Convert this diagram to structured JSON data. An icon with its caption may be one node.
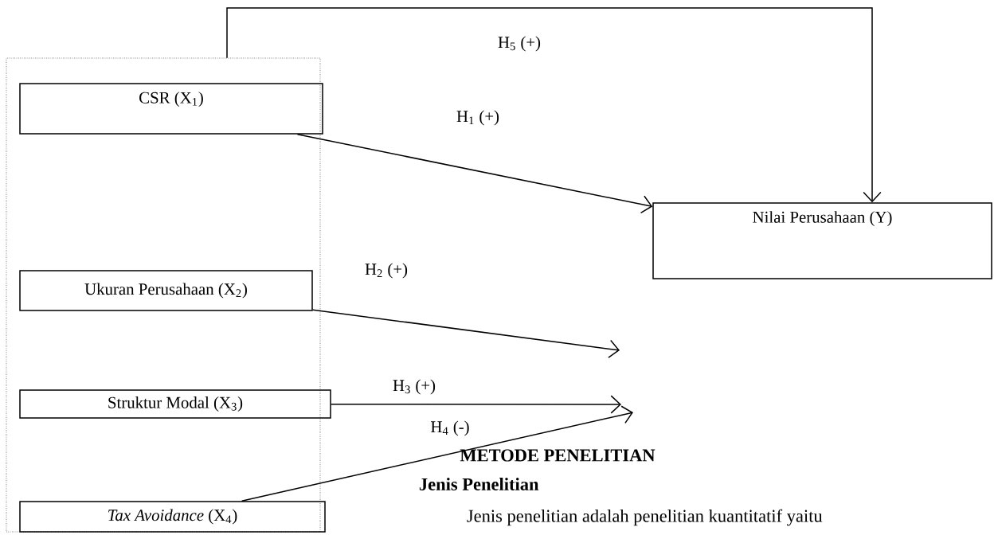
{
  "diagram": {
    "nodes": [
      {
        "text": [],
        "shape": "box"
      },
      {
        "text": [
          "CSR (X$_{1}$)"
        ],
        "in": 0
      },
      {
        "text": [
          "Ukuran Perusahaan (X$_{2}$)"
        ],
        "in": 0
      },
      {
        "text": [
          "Struktur Modal (X$_{3}$)"
        ],
        "in": 0
      },
      {
        "text": [
          "*Tax Avoidance* (X$_{4}$)"
        ],
        "in": 0
      },
      {
        "text": [
          "Nilai Perusahaan (Y)"
        ]
      }
    ],
    "edges": [
      {
        "from": 1,
        "to": 5,
        "arrow": "to",
        "label": "H$_{1}$ (+)"
      },
      {
        "from": 2,
        "to": null,
        "arrow": "to",
        "label": "H$_{2}$ (+)"
      },
      {
        "from": 3,
        "to": null,
        "arrow": "to",
        "label": "H$_{3}$ (+)"
      },
      {
        "from": 4,
        "to": null,
        "arrow": "to",
        "label": "H$_{4}$ (-)"
      },
      {
        "from": 0,
        "to": 5,
        "arrow": "to",
        "label": "H$_{5}$ (+)"
      }
    ],
    "labels": [
      "METODE PENELITIAN",
      "Jenis Penelitian",
      "Jenis penelitian adalah penelitian kuantitatif yaitu"
    ]
  }
}
